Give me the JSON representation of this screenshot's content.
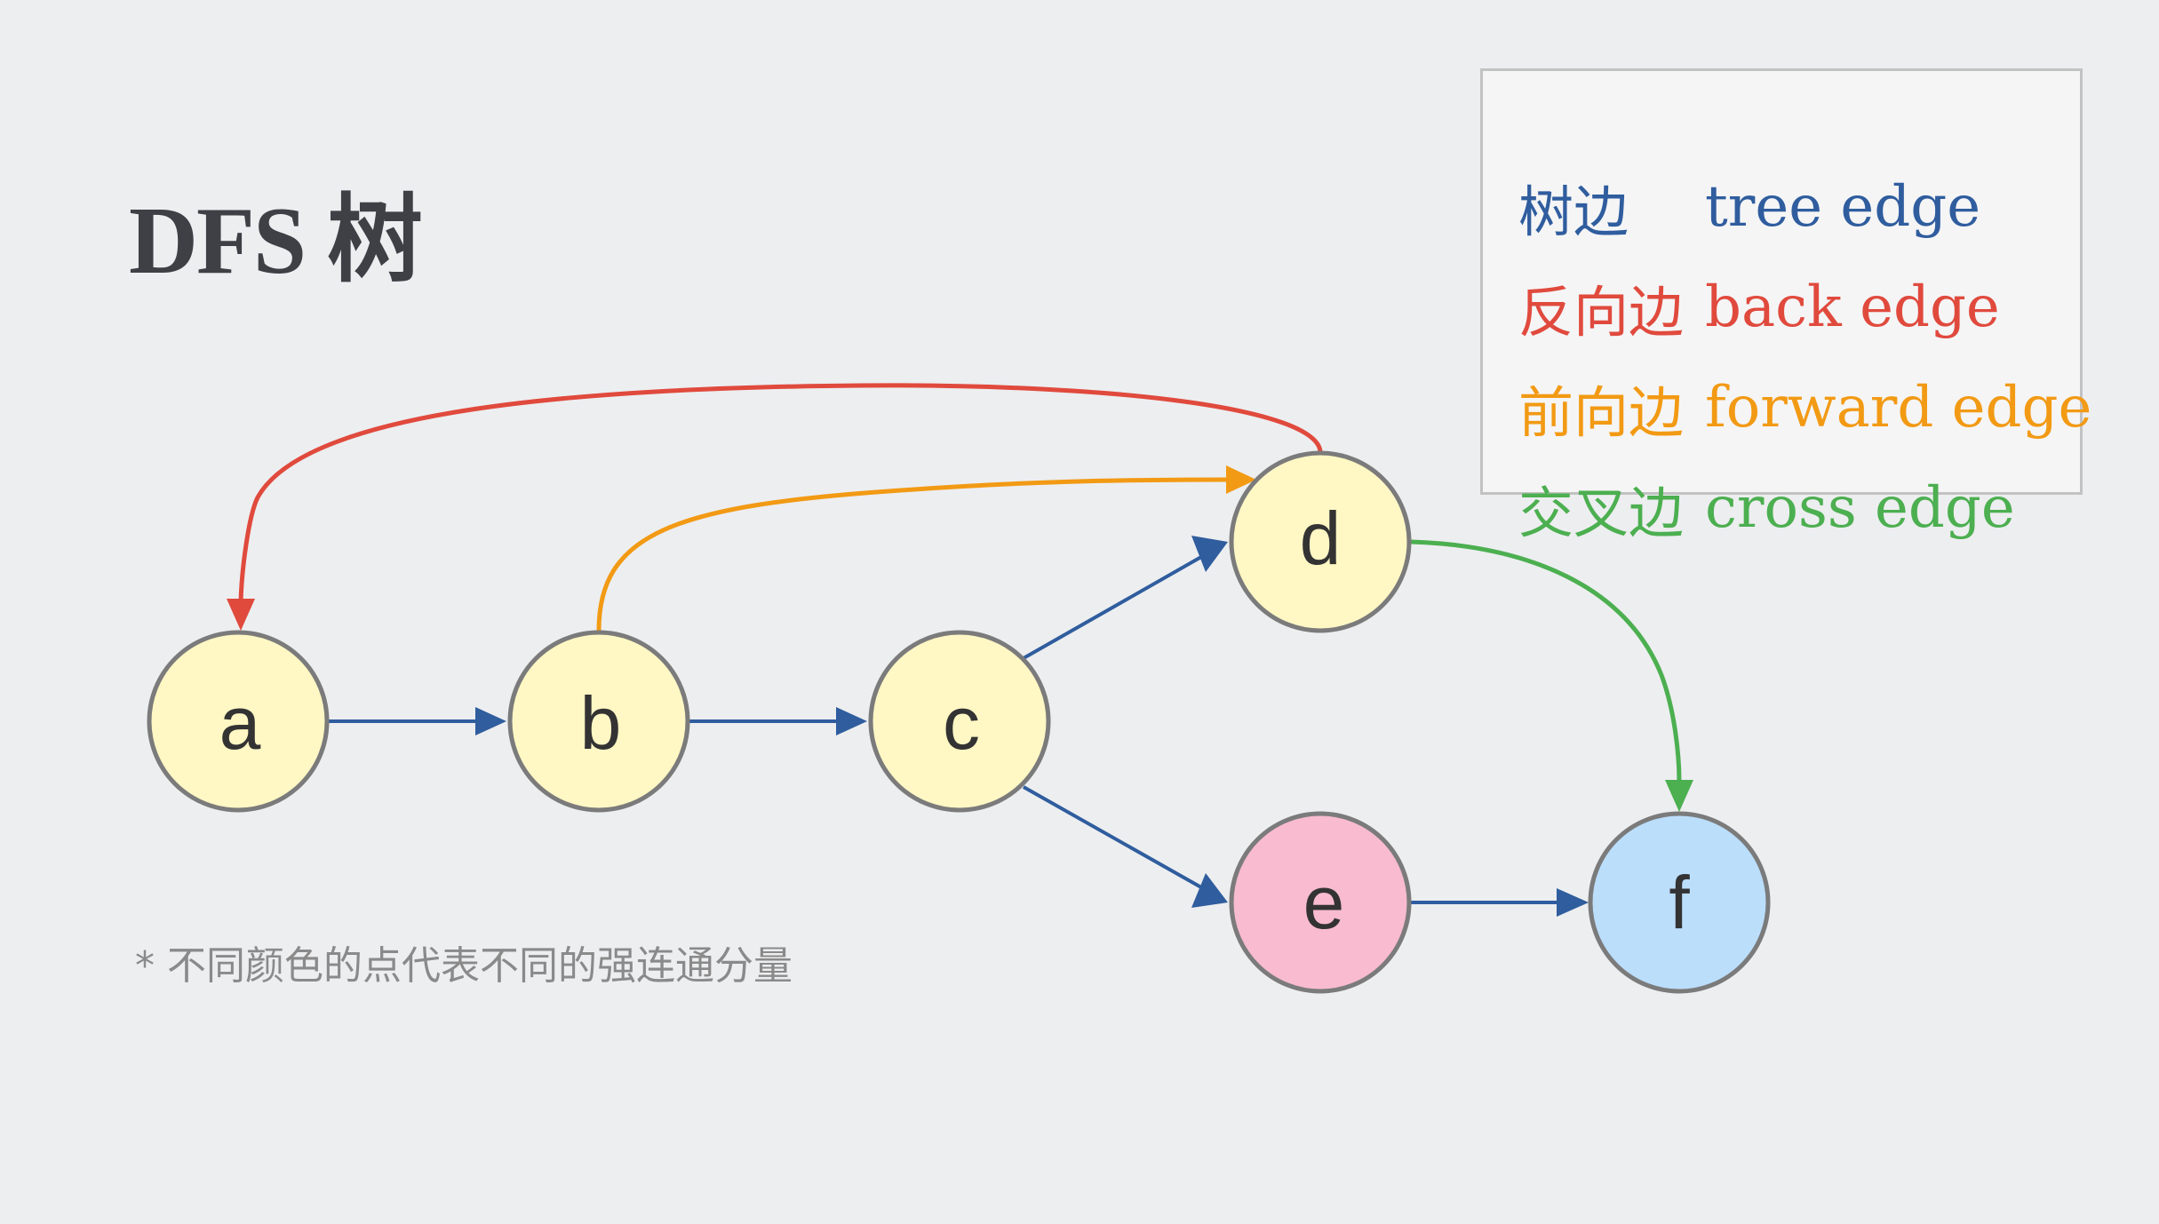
{
  "title": "DFS 树",
  "footnote": "* 不同颜色的点代表不同的强连通分量",
  "legend": [
    {
      "zh": "树边",
      "en": "tree edge",
      "color": "#2f5d9e"
    },
    {
      "zh": "反向边",
      "en": "back edge",
      "color": "#e04a3d"
    },
    {
      "zh": "前向边",
      "en": "forward edge",
      "color": "#f29a14"
    },
    {
      "zh": "交叉边",
      "en": "cross edge",
      "color": "#4caf50"
    }
  ],
  "nodes": [
    {
      "id": "a",
      "label": "a",
      "fill": "#fff7c4"
    },
    {
      "id": "b",
      "label": "b",
      "fill": "#fff7c4"
    },
    {
      "id": "c",
      "label": "c",
      "fill": "#fff7c4"
    },
    {
      "id": "d",
      "label": "d",
      "fill": "#fff7c4"
    },
    {
      "id": "e",
      "label": "e",
      "fill": "#f8bbd0"
    },
    {
      "id": "f",
      "label": "f",
      "fill": "#bbdefb"
    }
  ],
  "edges": [
    {
      "from": "a",
      "to": "b",
      "type": "tree"
    },
    {
      "from": "b",
      "to": "c",
      "type": "tree"
    },
    {
      "from": "c",
      "to": "d",
      "type": "tree"
    },
    {
      "from": "c",
      "to": "e",
      "type": "tree"
    },
    {
      "from": "e",
      "to": "f",
      "type": "tree"
    },
    {
      "from": "d",
      "to": "a",
      "type": "back"
    },
    {
      "from": "b",
      "to": "d",
      "type": "forward"
    },
    {
      "from": "d",
      "to": "f",
      "type": "cross"
    }
  ],
  "colors": {
    "tree": "#2f5d9e",
    "back": "#e04a3d",
    "forward": "#f29a14",
    "cross": "#4caf50",
    "node_stroke": "#7b7b7b",
    "background": "#edeef0"
  }
}
